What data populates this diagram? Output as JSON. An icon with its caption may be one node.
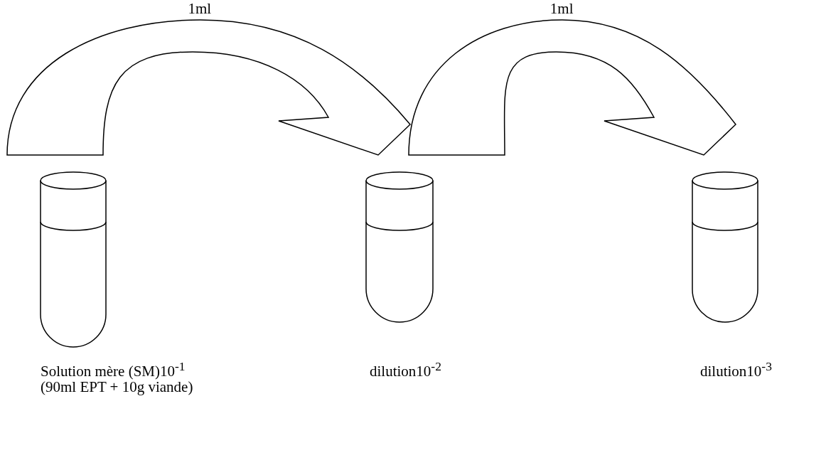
{
  "diagram": {
    "nodes": [
      {
        "text": [],
        "shape": "tube",
        "beside": [
          "Solution mère (SM)10$^{-1}$",
          "(90ml EPT + 10g viande)"
        ]
      },
      {
        "text": [],
        "shape": "tube",
        "beside": [
          "dilution10$^{-2}$"
        ]
      },
      {
        "text": [],
        "shape": "tube",
        "beside": [
          "dilution10$^{-3}$"
        ]
      }
    ],
    "edges": [
      {
        "from": 0,
        "to": 1,
        "arrow": "to",
        "label": "1ml"
      },
      {
        "from": 1,
        "to": 2,
        "arrow": "to",
        "label": "1ml"
      }
    ]
  }
}
